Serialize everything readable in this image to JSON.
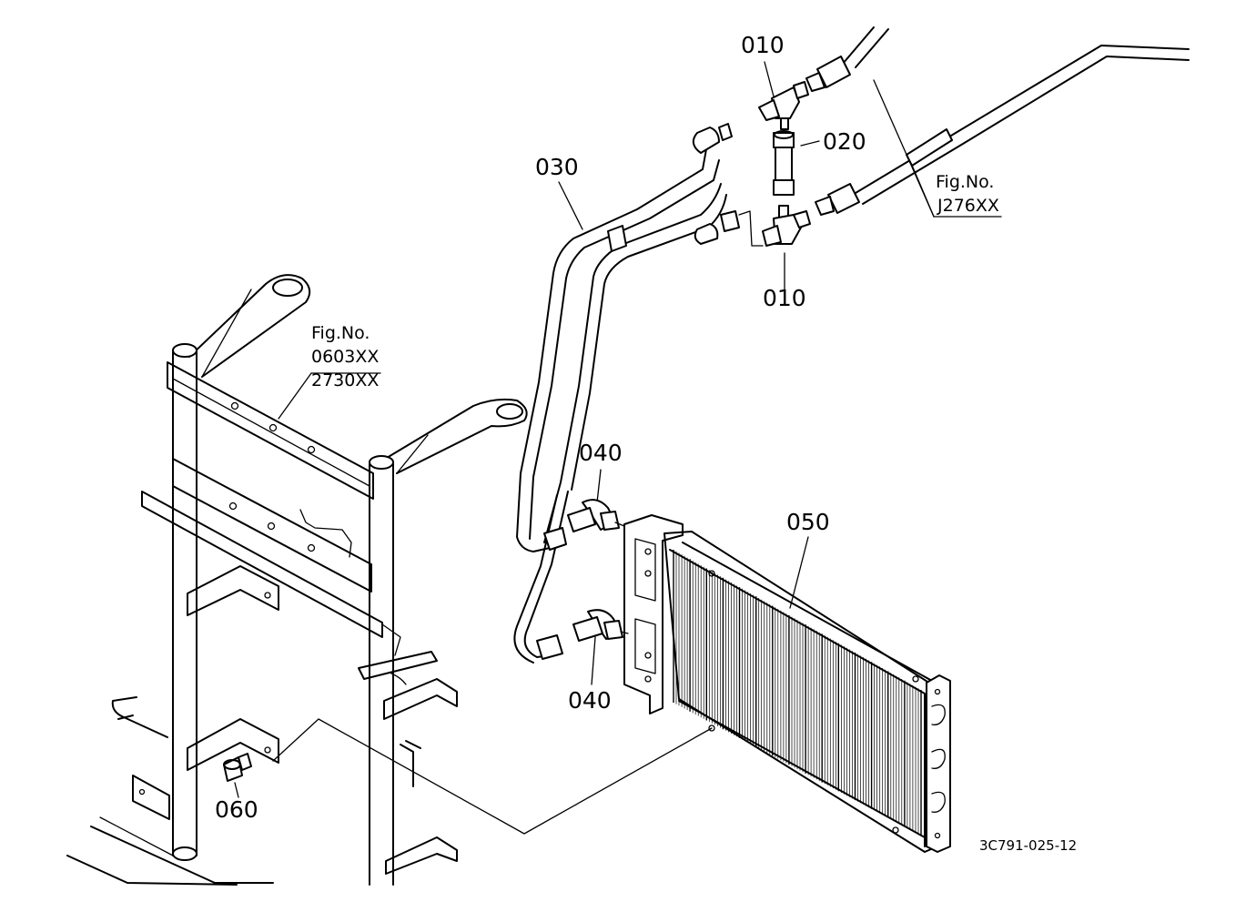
{
  "diagram": {
    "callouts": {
      "c010_top": "010",
      "c020": "020",
      "c030": "030",
      "c010_bottom": "010",
      "c040_top": "040",
      "c040_bottom": "040",
      "c050": "050",
      "c060": "060"
    },
    "figure_refs": {
      "ref_j276": {
        "label": "Fig.No.",
        "codes": [
          "J276XX"
        ]
      },
      "ref_frame": {
        "label": "Fig.No.",
        "codes": [
          "0603XX",
          "2730XX"
        ]
      }
    },
    "drawing_code": "3C791-025-12"
  }
}
